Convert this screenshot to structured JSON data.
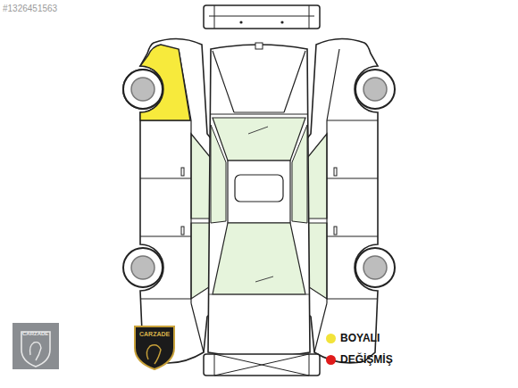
{
  "diagram": {
    "labels": [
      "#1326451563",
      "CARZADE",
      "CARZADE"
    ],
    "legend": [
      {
        "text": "BOYALI",
        "color": "#f2e33a"
      },
      {
        "text": "DEĞİŞMİŞ",
        "color": "#e01b1b"
      }
    ]
  }
}
